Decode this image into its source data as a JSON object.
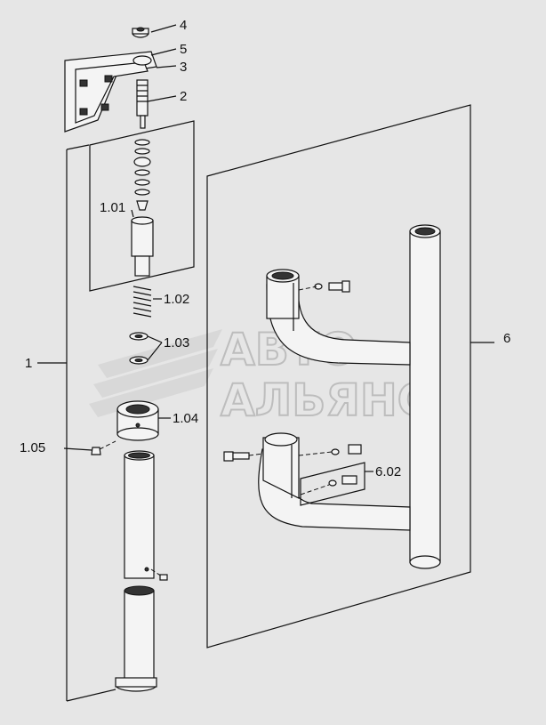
{
  "watermark": {
    "line1": "АВТО",
    "line2": "АЛЬЯНС"
  },
  "labels": {
    "l4": "4",
    "l5": "5",
    "l3": "3",
    "l2": "2",
    "l101": "1.01",
    "l102": "1.02",
    "l103": "1.03",
    "l104": "1.04",
    "l105": "1.05",
    "l1": "1",
    "l6": "6",
    "l602": "6.02"
  }
}
